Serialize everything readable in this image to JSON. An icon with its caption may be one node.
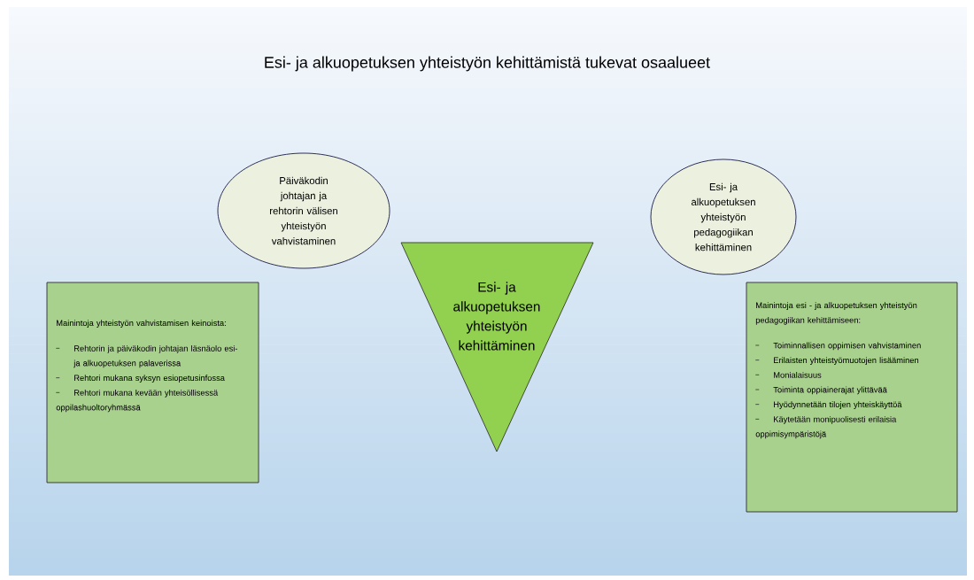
{
  "diagram": {
    "title": "Esi- ja alkuopetuksen yhteistyön kehittämistä tukevat osaalueet",
    "nodes": [
      {
        "text": [
          "Päiväkodin johtajan ja rehtorin välisen yhteistyön vahvistaminen"
        ]
      },
      {
        "text": [
          "Esi- ja alkuopetuksen yhteistyön pedagogiikan kehittäminen"
        ]
      },
      {
        "text": [
          "Esi- ja alkuopetuksen yhteistyön kehittäminen"
        ]
      },
      {
        "text": [
          "Mainintoja yhteistyön vahvistamisen keinoista:",
          "Rehtorin ja päiväkodin johtajan läsnäolo esi- ja alkuopetuksen palaverissa",
          "Rehtori mukana syksyn esiopetusinfossa",
          "Rehtori mukana kevään yhteisöllisessä oppilashuoltoryhmässä"
        ]
      },
      {
        "text": [
          "Mainintoja esi - ja alkuopetuksen yhteistyön pedagogiikan kehittämiseen:",
          "Toiminnallisen oppimisen vahvistaminen",
          "Erilaisten yhteistyömuotojen lisääminen",
          "Monialaisuus",
          "Toiminta oppiainerajat ylittävää",
          "Hyödynnetään tilojen yhteiskäyttöä",
          "Käytetään monipuolisesti erilaisia oppimisympäristöjä"
        ]
      }
    ]
  }
}
